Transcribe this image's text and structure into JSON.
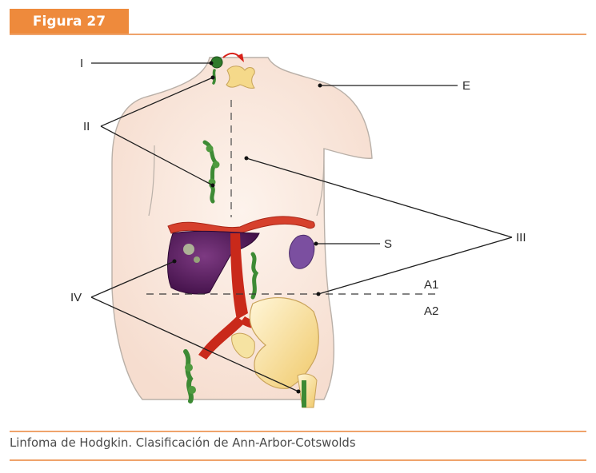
{
  "figure_label": "Figura 27",
  "caption": "Linfoma de Hodgkin. Clasificación de Ann-Arbor-Cotswolds",
  "labels": {
    "I": "I",
    "II": "II",
    "III": "III",
    "IV": "IV",
    "E": "E",
    "S": "S",
    "A1": "A1",
    "A2": "A2"
  },
  "colors": {
    "accent": "#ee8a3c",
    "rule": "#efa36b",
    "liver": "#5c1f63",
    "spleen": "#7b4fa0",
    "vessels": "#c9291a",
    "lymph_nodes": "#3d8a34",
    "bone": "#f2d27a"
  }
}
